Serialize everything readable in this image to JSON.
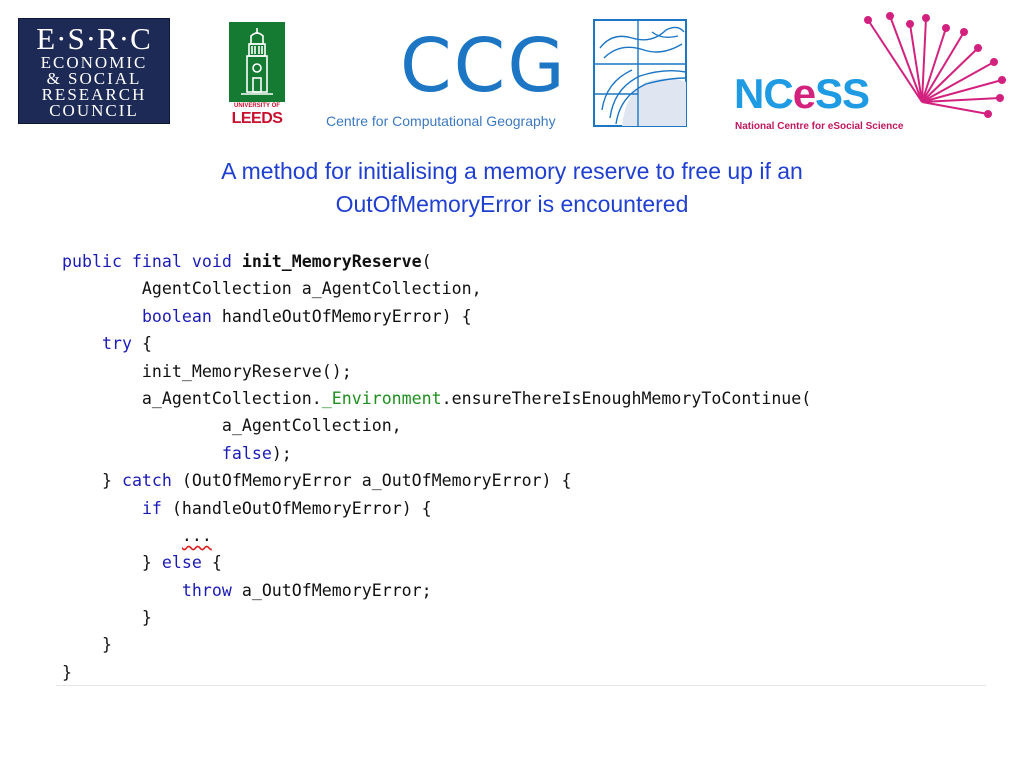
{
  "logos": {
    "esrc": {
      "letters": "E·S·R·C",
      "lines": [
        "ECONOMIC",
        "& SOCIAL",
        "RESEARCH",
        "COUNCIL"
      ]
    },
    "leeds": {
      "university": "UNIVERSITY OF",
      "name": "LEEDS"
    },
    "ccg": {
      "letters": "CCG",
      "subtitle": "Centre for Computational Geography"
    },
    "ncess": {
      "n": "N",
      "c": "C",
      "e": "e",
      "ss": "SS",
      "subtitle": "National Centre for eSocial Science"
    }
  },
  "title": {
    "line1": "A method for initialising a memory reserve to free up if an",
    "line2": "OutOfMemoryError is encountered"
  },
  "code": {
    "l1": {
      "kw": "public final void ",
      "name": "init_MemoryReserve",
      "rest": "("
    },
    "l2": {
      "text": "        AgentCollection a_AgentCollection,"
    },
    "l3": {
      "indent": "        ",
      "kw": "boolean",
      "rest": " handleOutOfMemoryError) {"
    },
    "l4": {
      "indent": "    ",
      "kw": "try",
      "rest": " {"
    },
    "l5": {
      "text": "        init_MemoryReserve();"
    },
    "l6": {
      "pre": "        a_AgentCollection.",
      "field": "_Environment",
      "rest": ".ensureThereIsEnoughMemoryToContinue("
    },
    "l7": {
      "text": "                a_AgentCollection,"
    },
    "l8": {
      "indent": "                ",
      "kw": "false",
      "rest": ");"
    },
    "l9": {
      "pre": "    } ",
      "kw": "catch",
      "rest": " (OutOfMemoryError a_OutOfMemoryError) {"
    },
    "l10": {
      "indent": "        ",
      "kw": "if",
      "rest": " (handleOutOfMemoryError) {"
    },
    "l11": {
      "indent": "            ",
      "dots": "..."
    },
    "l12": {
      "pre": "        } ",
      "kw": "else",
      "rest": " {"
    },
    "l13": {
      "indent": "            ",
      "kw": "throw",
      "rest": " a_OutOfMemoryError;"
    },
    "l14": {
      "text": "        }"
    },
    "l15": {
      "text": "    }"
    },
    "l16": {
      "text": "}"
    }
  }
}
